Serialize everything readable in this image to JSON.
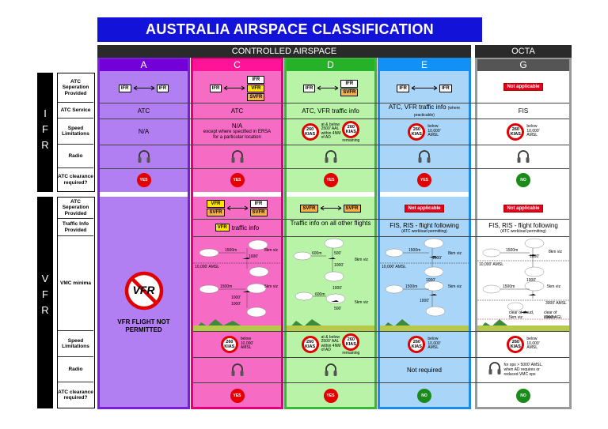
{
  "title": "AUSTRALIA AIRSPACE CLASSIFICATION",
  "section_headers": {
    "controlled": "CONTROLLED AIRSPACE",
    "octa": "OCTA"
  },
  "columns": [
    "A",
    "C",
    "D",
    "E",
    "G"
  ],
  "colors": {
    "A": "#b27ff2",
    "C": "#f66bc4",
    "D": "#b8f3a8",
    "E": "#a9d6f8",
    "G": "#ffffff",
    "A_border": "#7b1fd6",
    "C_border": "#e0007a",
    "D_border": "#3db53b",
    "E_border": "#1e8ae8",
    "G_border": "#999999",
    "header_A": "#7300d9",
    "header_C": "#ff1497",
    "header_D": "#25b229",
    "header_E": "#1190f5",
    "header_G": "#555555"
  },
  "flight_rules": {
    "ifr": [
      "I",
      "F",
      "R"
    ],
    "vfr": [
      "V",
      "F",
      "R"
    ]
  },
  "row_labels": {
    "ifr": [
      "ATC Seperation Provided",
      "ATC Service",
      "Speed Limitations",
      "Radio",
      "ATC clearance required?"
    ],
    "vfr": [
      "ATC Seperation Provided",
      "Traffic Info Provided",
      "VMC minima",
      "Speed Limitations",
      "Radio",
      "ATC clearance required?"
    ]
  },
  "tags": {
    "ifr": "IFR",
    "vfr": "VFR",
    "svfr": "SVFR"
  },
  "not_applicable": "Not applicable",
  "ifr_rows": {
    "service": {
      "A": "ATC",
      "C": "ATC",
      "D": "ATC, VFR traffic info",
      "E": "ATC, VFR traffic info",
      "E_note": "(where practicable)",
      "G": "FIS"
    },
    "speed": {
      "A": "N/A",
      "C": "N/A",
      "C_note": "except where specified in ERSA for a particular location"
    },
    "clearance": {
      "A": "YES",
      "C": "YES",
      "D": "YES",
      "E": "YES",
      "G": "NO"
    }
  },
  "speed_sign": {
    "value": "260",
    "unit": "KIAS"
  },
  "speed_notes": {
    "d": [
      "at & below",
      "2500' AAL",
      "within 4NM",
      "of AD"
    ],
    "d_remaining": "remaining",
    "below": [
      "below",
      "10,000'",
      "AMSL"
    ]
  },
  "vfr_rows": {
    "traffic": {
      "C": "traffic info",
      "D": "Traffic info on all other flights",
      "E": "FIS, RIS - flight following",
      "E_note": "(ATC workload permitting)",
      "G": "FIS, RIS - flight following",
      "G_note": "(ATC workload permitting)"
    },
    "not_permitted": "VFR FLIGHT NOT PERMITTED",
    "no_vfr_sign": "VFR",
    "radio_e": "Not required",
    "radio_g": [
      "for ops > 5000' AMSL,",
      "when AD requires or",
      "reduced VMC ops"
    ],
    "clearance": {
      "C": "YES",
      "D": "YES",
      "E": "NO",
      "G": "NO"
    }
  },
  "vmc_labels": {
    "c": [
      "1500m",
      "1000'",
      "8km viz",
      "10,000' AMSL",
      "1500m",
      "5km viz",
      "1000'",
      "1000'"
    ],
    "d": [
      "600m",
      "500'",
      "1000'",
      "8km viz",
      "1000'",
      "600m",
      "500'",
      "5km viz"
    ],
    "e": [
      "1500m",
      "1000'",
      "8km viz",
      "10,000' AMSL",
      "1500m",
      "1000'",
      "5km viz",
      "1000'"
    ],
    "g": [
      "1500m",
      "1000'",
      "8km viz",
      "10,000' AMSL",
      "1500m",
      "1000'",
      "5km viz",
      "3000' AMSL",
      "clear of cloud,",
      "5km viz",
      "clear of clouds",
      "1000' AGL"
    ]
  }
}
